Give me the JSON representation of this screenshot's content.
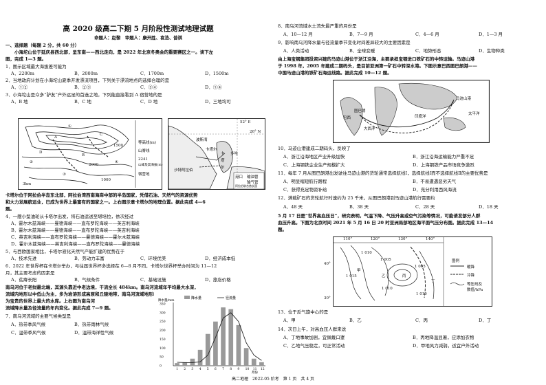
{
  "header": {
    "title": "高 2020 级高二下期 5 月阶段性测试地理试题",
    "authors": "命题人：赵黎　审题人：康开胜、袁浩、普祺"
  },
  "section1": {
    "heading": "一、选择题（每题 2 分，共 60 分）",
    "intro_l1": "　　小海坨山位于延庆县西北部，呈东南——西北走向，是 2022 年北京冬奥会的重要赛区之一。读下左",
    "intro_l2": "图，完成 1—3 题。"
  },
  "q1": {
    "stem": "1．图示区域最大海拔差可能为",
    "a": "A．2200m",
    "b": "B．2000m",
    "c": "C．1700m",
    "d": "D．1500m"
  },
  "q2": {
    "stem": "2．当地政府计划在小海坨山夏季开发漂流项目，下列关于漂流地点的选择合理的是",
    "a": "A．①②",
    "b": "B．②③",
    "c": "C．③④",
    "d": "D．①④"
  },
  "q3": {
    "stem": "3．小海坨山是众多“驴友”户外远足的首选之地，下列能直接看到 A 宿营地的是",
    "a": "A．B 地",
    "b": "B．C 地",
    "c": "C．D 地",
    "d": "D．三地均可"
  },
  "map1": {
    "labels": [
      "A",
      "B",
      "C",
      "D",
      "①",
      "②",
      "③",
      "④"
    ],
    "contours": [
      "1500",
      "2000",
      "1000"
    ],
    "legend_contour": "等高线(m)",
    "legend_ridge": "山脊线",
    "legend_peak_val": "2241",
    "legend_peak": "山峰及其海拔(m)",
    "legend_camp": "宿营地",
    "scale": "3km"
  },
  "map2": {
    "lon": "52° E",
    "lat": "26° N",
    "places": [
      "波斯湾",
      "卡塔尔",
      "多哈",
      "卡",
      "塔",
      "尔"
    ],
    "legend": [
      "港口",
      "输油管",
      "输气管",
      "阿拉伯联合酋长国"
    ],
    "side": "沙特阿拉伯"
  },
  "passage2": {
    "l1": "卡塔尔位于阿拉伯半岛东北部，阿拉伯湾西南海岸中部的半岛国家，凭借石油、天然气的资源优势",
    "l2": "和大力发展航运业，已成为世界上最富有的国家之一。上右图示意卡塔尔的地理位置。据此完成 4—6",
    "l3": "题。"
  },
  "q4": {
    "stem": "4．一艘小型油轮从卡塔尔出发，将石油运送至堪培拉，依次经过",
    "a": "A．霍尔木兹海峡——曼德海峡——直布罗陀海峡——英吉利海峡",
    "b": "B．霍尔木兹海峡——曼德海峡——直布罗陀海峡——英吉利海峡",
    "c": "C．英吉利海峡——直布罗陀海峡——曼德海峡——霍尔木兹海峡",
    "d": "D．霍尔木兹海峡——英吉利海峡——直布罗陀海峡——曼德海峡"
  },
  "q5": {
    "stem": "5．与西欧国家相比，卡塔尔液化天然气产能扩建的优势在于",
    "a": "A．技术先进",
    "b": "B．劳动力丰富",
    "c": "C．环境优美",
    "d": "D．经济成本低"
  },
  "q6": {
    "stem1": "6．2022 年世界杯在卡塔尔举办，与往届世界杯多选择在 6—8 月不同，卡塔尔世界杯举办时间为 11—12",
    "stem2": "月，其主要考虑的因素是",
    "a": "A．贫瘠长阳",
    "b": "B．气候条件",
    "c": "C．基础设施",
    "d": "D．旅店价格"
  },
  "passage3": {
    "l1": "南乌河位于老挝最北端，其源头靠近中老边境，干流全长 484km。南乌河流域年平均最大水深，",
    "l2": "流域内地形以中低山为主，多为岩溶形成高原和丘陵地带，南乌河流域地形以中低山为主。",
    "l3": "为宝贵的世界上最大的水库。上右图为南乌河",
    "l4": "流域降水量及径流量的年内变化。据此完成 7—9 题。"
  },
  "q7": {
    "stem": "7．南乌河流域的主要气候类型是",
    "a": "A．热带季风气候",
    "b": "B．热带雨林气候",
    "c": "C．温带季风气候",
    "d": "D．温带海洋性气候"
  },
  "chart_rain": {
    "legend_rain": "降水量",
    "legend_flow": "径流量",
    "ylabel": "降水量/mm",
    "yticks": [
      "350",
      "300",
      "250",
      "200",
      "150",
      "100",
      "50",
      "0"
    ],
    "xticks": [
      "1",
      "2",
      "3",
      "4",
      "5",
      "6",
      "7",
      "8",
      "9",
      "10",
      "11",
      "12"
    ],
    "xlabel": "月份"
  },
  "chart_data": {
    "type": "bar",
    "categories": [
      "1",
      "2",
      "3",
      "4",
      "5",
      "6",
      "7",
      "8",
      "9",
      "10",
      "11",
      "12"
    ],
    "series": [
      {
        "name": "降水量",
        "values": [
          15,
          20,
          40,
          90,
          180,
          250,
          330,
          320,
          230,
          100,
          40,
          20
        ]
      },
      {
        "name": "径流量",
        "values": [
          20,
          18,
          18,
          22,
          60,
          160,
          270,
          300,
          250,
          130,
          60,
          30
        ]
      }
    ],
    "ylim": [
      0,
      350
    ]
  },
  "q8": {
    "stem": "8．南乌河流域水土流失最严重的月份是",
    "a": "A．10—12 月",
    "b": "B．7—9 月",
    "c": "C．4—6 月",
    "d": "D．1—3 月"
  },
  "q9": {
    "stem": "9．影响南乌河降水量与径流量季节变化时间差异较大的主要因素是",
    "a": "A．人类活动",
    "b": "B．全球变暖",
    "c": "C．地势形态",
    "d": "D．生物种类"
  },
  "passage4": {
    "l1": "由上海宝钢集团投资兴建的马迹山港位于浙江沿海，主要承担宝钢进口铁矿石的中转运输。马迹山港",
    "l2": "于 1998 年，2005 年建成二期码头，是目前亚洲第一矿石中转深水港。下图示意巴西图巴朗港——",
    "l3": "中国马迹山港的铁矿石海运线路。据此完成 10—12 题。"
  },
  "map3": {
    "labels": [
      "巴西",
      "图巴朗",
      "马迹山港",
      "大西洋",
      "印度洋",
      "太平洋"
    ]
  },
  "q10": {
    "stem": "10．马迹山港建成二期码头，反映了",
    "a": "A．浙江沿海地区产业升级加快",
    "b": "B．浙江沿海运输能力严重不足",
    "c": "C．上海钢铁企业生产规模扩大",
    "d": "D．上海钢铁产品市场竞争激烈"
  },
  "q11": {
    "stem": "11．每年 7 月从图巴朗港出发驶往马迹山港的货轮通常选择航线Ⅰ，选择航线Ⅰ而不选择航线Ⅱ的主要优势是",
    "a": "A．明显缩短航行路程",
    "b": "B．不易遭遇恶劣天气",
    "c": "C．获得充足物资补给",
    "d": "D．充分利用西风海流"
  },
  "q12": {
    "stem": "12．满载矿石的货轮航行时速约为 25 千米，从图巴朗港到马迹山港航行需要约",
    "a": "A．48 天",
    "b": "B．38 天",
    "c": "C．28 天",
    "d": "D．18 天"
  },
  "passage5": {
    "l1": "5 月 17 日是“世界高血压日”，研究表明，气温下降、气压升高或空气污染等情况，可能诱发部分人群",
    "l2": "血压升高。下图为北京时间 2021 年 5 月 16 日 20 时亚洲局部地区海平面气压分布图。据此完成 13—14",
    "l3": "题。"
  },
  "map4": {
    "lons": [
      "110°",
      "120°",
      "130°",
      "140°"
    ],
    "lats": [
      "40°",
      "30°"
    ],
    "isobars": [
      "1 010",
      "1 005",
      "1 015",
      "1 010",
      "1 005",
      "1 010"
    ],
    "points": [
      "甲",
      "乙",
      "丙",
      "丁"
    ],
    "legend_title": "图例",
    "legend_warm": "暖锋",
    "legend_cold": "冷锋",
    "legend_isobar": "等压线及",
    "legend_isobar2": "数值/hPa"
  },
  "q13": {
    "stem": "13．位于反气旋中心的是",
    "a": "A．甲",
    "b": "B．乙",
    "c": "C．丙",
    "d": "D．丁"
  },
  "q14": {
    "stem": "14．次日上午，对高血压人群来说",
    "a": "A．丁地事故加剧，宜佩戴口罩",
    "b": "B．丙地降温显著，应添加衣物",
    "c": "C．乙地气压稳定，可正常活动",
    "d": "D．甲地风力减弱，适宜户外活动"
  },
  "footer": "高二地理　2022-05 阶考　第 1 页　共 4 页"
}
